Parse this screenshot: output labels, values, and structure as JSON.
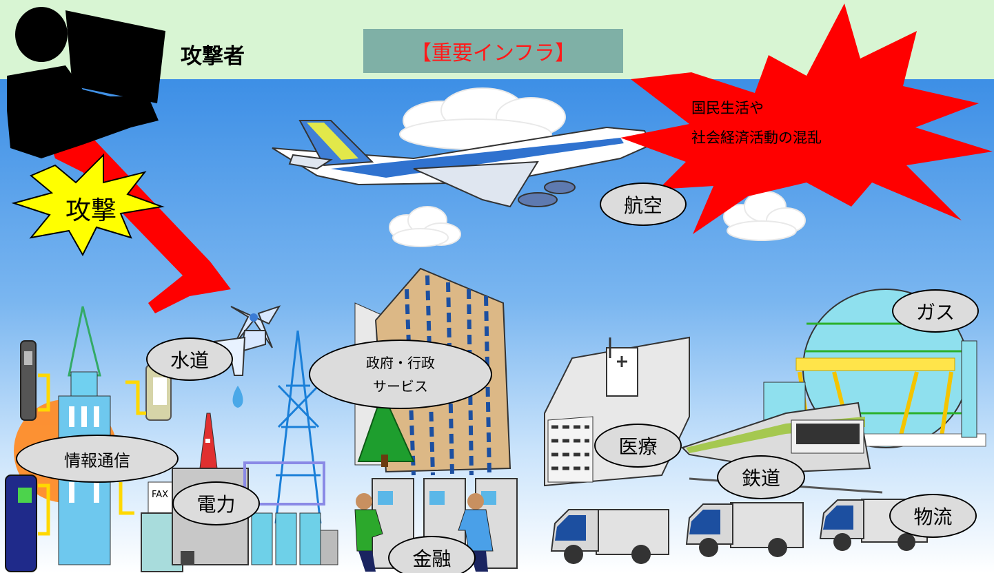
{
  "header": {
    "attacker_label": "攻撃者",
    "title": "【重要インフラ】"
  },
  "attack": {
    "label": "攻撃"
  },
  "impact": {
    "line1": "国民生活や",
    "line2": "社会経済活動の混乱"
  },
  "sectors": {
    "aviation": "航空",
    "gas": "ガス",
    "water": "水道",
    "government_line1": "政府・行政",
    "government_line2": "サービス",
    "telecom": "情報通信",
    "electricity": "電力",
    "medical": "医療",
    "railway": "鉄道",
    "finance": "金融",
    "logistics": "物流"
  },
  "fax_label": "FAX",
  "colors": {
    "top_band": "#d8f5d3",
    "sky_top": "#3d8fe6",
    "title_box": "#7fb0a6",
    "title_text": "#ff1a1a",
    "attack_star": "#ffff00",
    "impact_burst": "#ff0000",
    "arrow": "#ff0000",
    "label_fill": "#dcdcdc"
  }
}
